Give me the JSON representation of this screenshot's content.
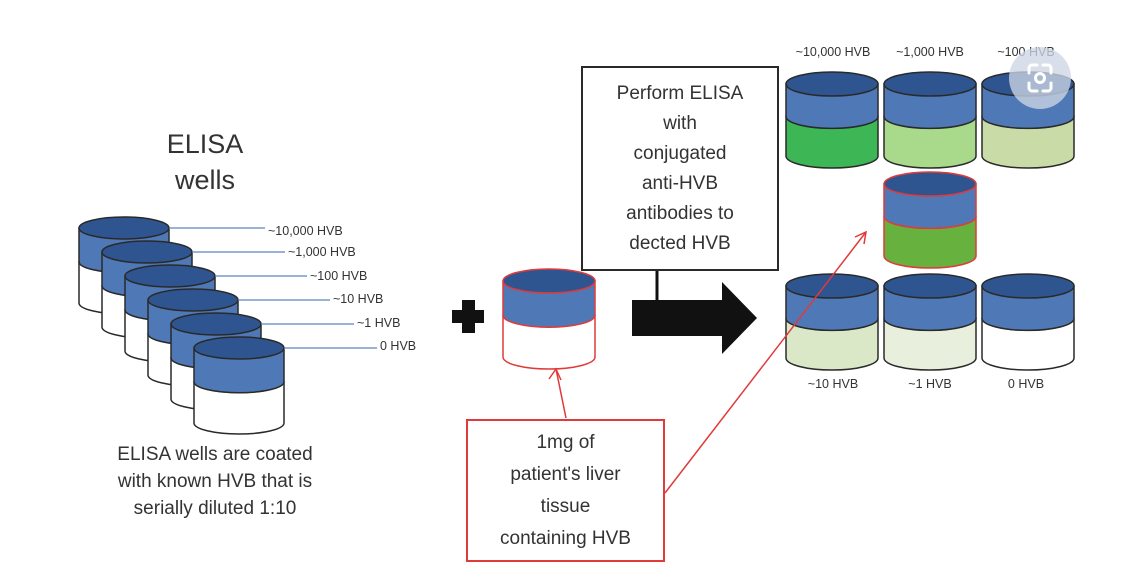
{
  "heading": {
    "line1": "ELISA",
    "line2": "wells"
  },
  "stack_labels": [
    "~10,000 HVB",
    "~1,000 HVB",
    "~100 HVB",
    "~10 HVB",
    "~1 HVB",
    "0 HVB"
  ],
  "caption_left": {
    "line1": "ELISA wells are coated",
    "line2": "with known HVB that is",
    "line3": "serially diluted 1:10"
  },
  "elisa_box": {
    "lines": [
      "Perform ELISA",
      "with",
      "conjugated",
      "anti-HVB",
      "antibodies to",
      "dected HVB"
    ]
  },
  "patient_box": {
    "lines": [
      "1mg of",
      "patient's liver",
      "tissue",
      "containing HVB"
    ]
  },
  "results_top_labels": [
    "~10,000 HVB",
    "~1,000 HVB",
    "~100 HVB"
  ],
  "results_bottom_labels": [
    "~10 HVB",
    "~1 HVB",
    "0 HVB"
  ],
  "colors": {
    "well_blue": "#4f79b6",
    "well_blue_dark": "#2f5591",
    "outline": "#2a2a2a",
    "red": "#e03a3a",
    "green_10000": "#3db656",
    "green_1000": "#a9d98a",
    "green_100": "#c9dca8",
    "green_patient": "#67b13e",
    "green_10": "#dbe8c8",
    "green_1": "#e8efdc",
    "green_0": "#ffffff",
    "connector_blue": "#5a84c4"
  },
  "icons": {
    "plus": "plus-icon",
    "arrow": "right-arrow-icon",
    "lens": "lens-search-icon"
  }
}
